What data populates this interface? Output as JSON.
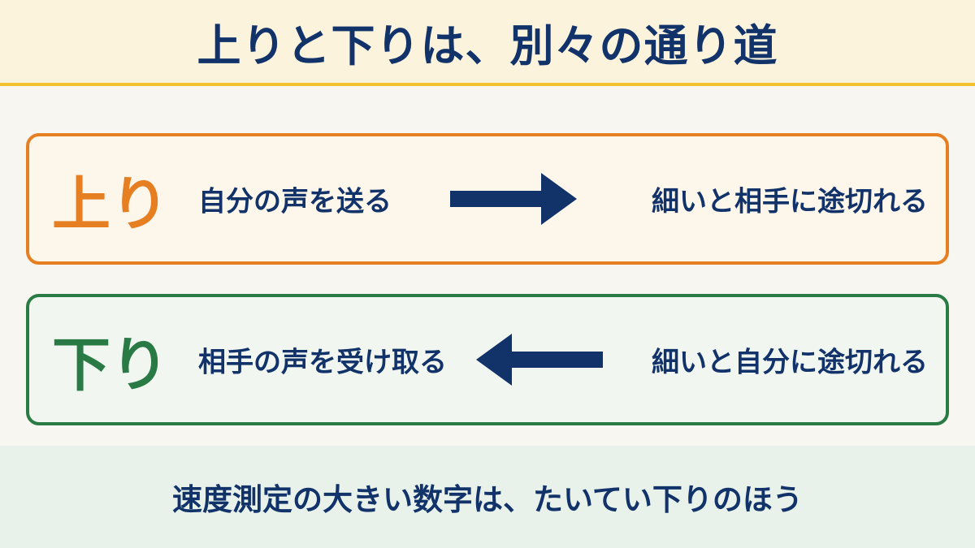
{
  "title": "上りと下りは、別々の通り道",
  "upload": {
    "label": "上り",
    "action": "自分の声を送る",
    "result": "細いと相手に途切れる",
    "color": "#e67e22",
    "arrow_icon": "arrow-right-icon"
  },
  "download": {
    "label": "下り",
    "action": "相手の声を受け取る",
    "result": "細いと自分に途切れる",
    "color": "#2a7a45",
    "arrow_icon": "arrow-left-icon"
  },
  "footer": "速度測定の大きい数字は、たいてい下りのほう",
  "colors": {
    "navy": "#12326a",
    "header_bg": "#fbf3dc",
    "header_accent": "#f2c12e",
    "footer_bg": "#e8f2ea"
  }
}
